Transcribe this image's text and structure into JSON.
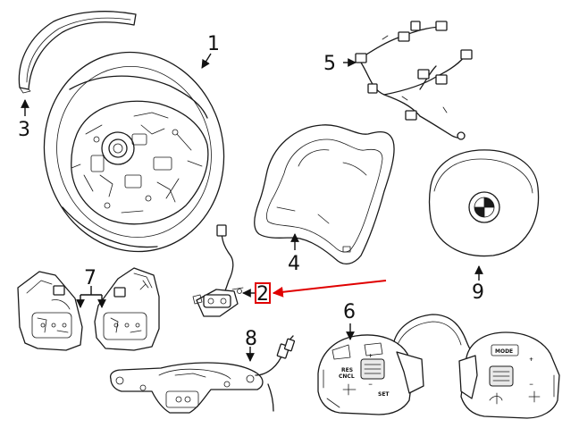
{
  "diagram": {
    "callouts": {
      "c1": "1",
      "c2": "2",
      "c3": "3",
      "c4": "4",
      "c5": "5",
      "c6": "6",
      "c7": "7",
      "c8": "8",
      "c9": "9"
    },
    "button_labels": {
      "mode": "MODE",
      "res_cncl_line1": "RES",
      "res_cncl_line2": "CNCL",
      "set": "SET",
      "plus": "+",
      "minus": "−"
    },
    "highlight": {
      "target_callout": "2",
      "box_color": "#e00000",
      "arrow_color": "#e00000"
    },
    "line_color": "#1a1a1a"
  }
}
